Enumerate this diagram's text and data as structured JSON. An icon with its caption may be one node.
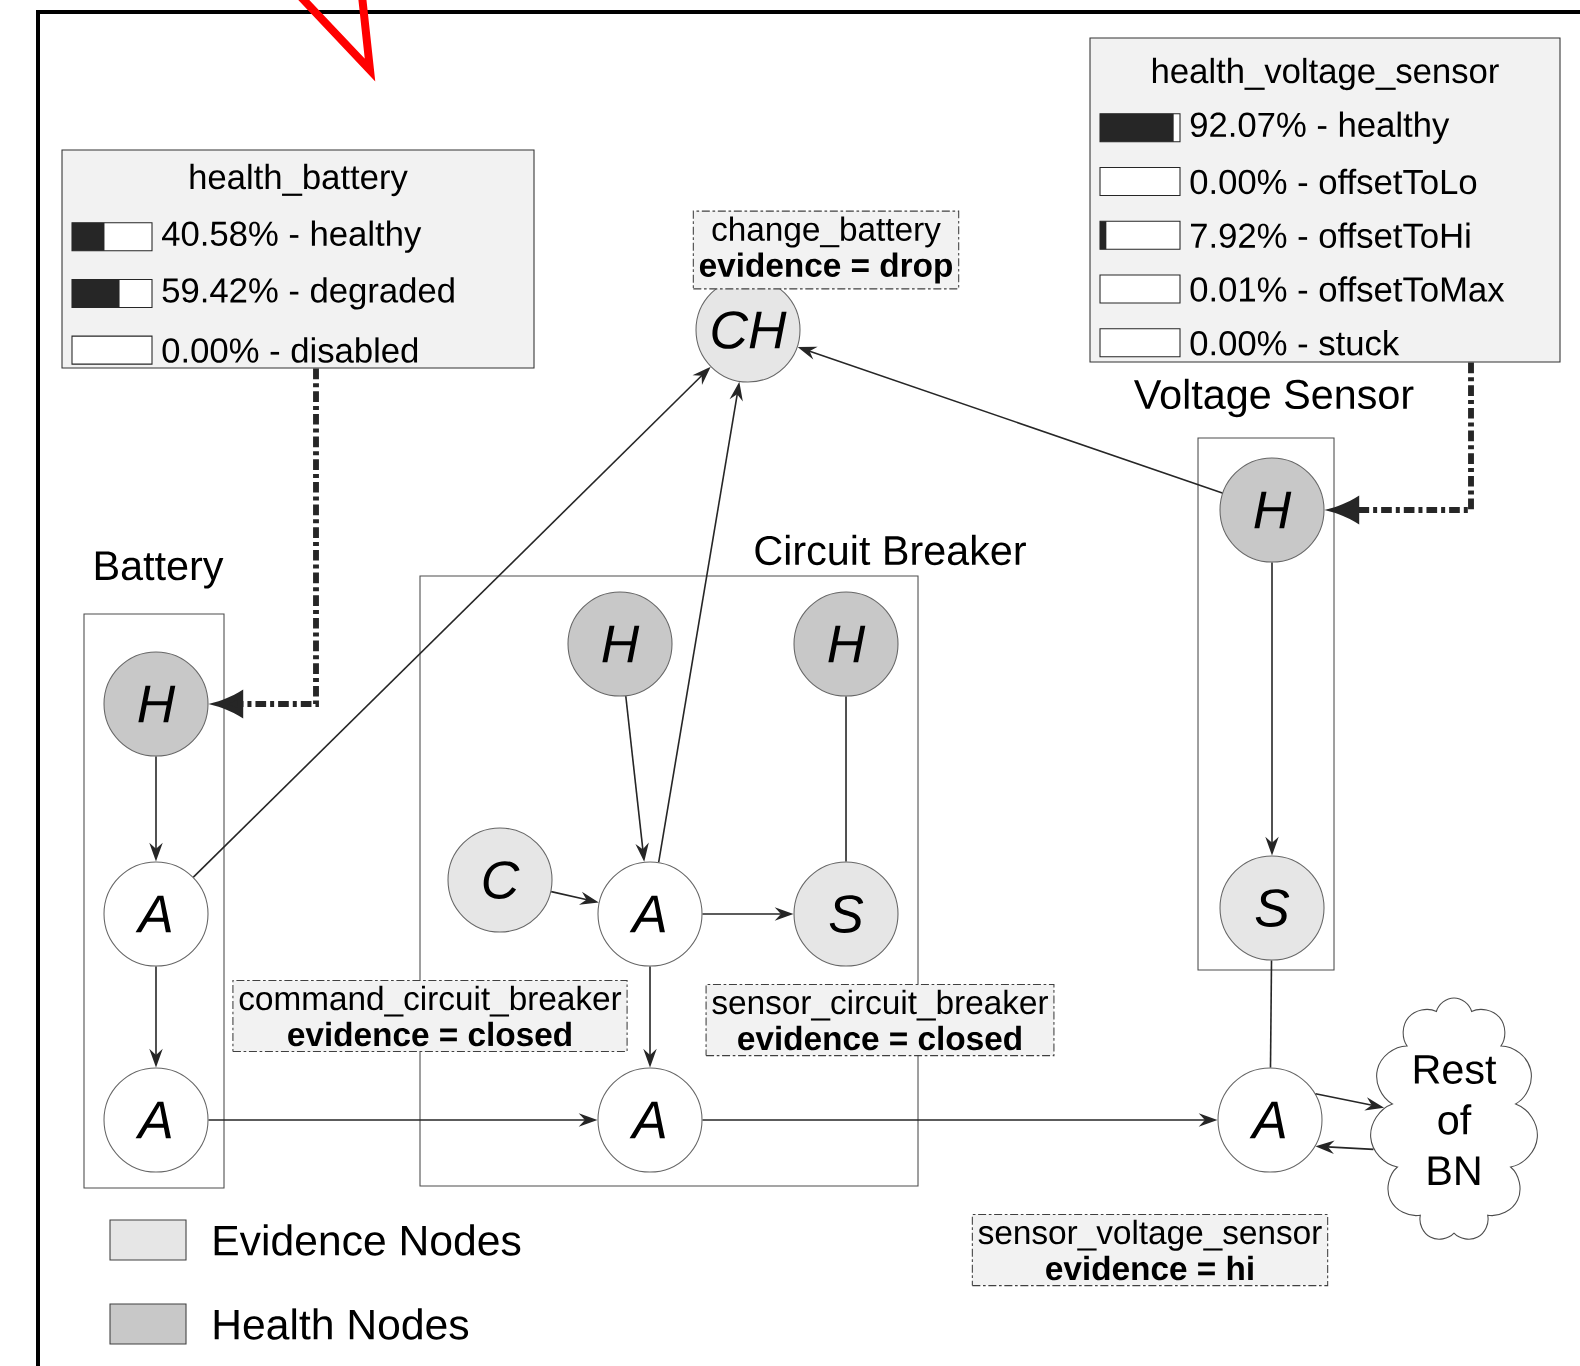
{
  "diagram": {
    "nodes": [
      {
        "text": [
          "health_battery",
          "40.58% - healthy",
          "59.42% - degraded",
          "0.00% - disabled"
        ]
      },
      {
        "text": [
          "health_voltage_sensor",
          "92.07% - healthy",
          "0.00% - offsetToLo",
          "7.92% - offsetToHi",
          "0.01% - offsetToMax",
          "0.00% - stuck"
        ]
      },
      {
        "text": [
          "change_battery",
          "evidence = drop"
        ]
      },
      {
        "text": [
          "CH"
        ]
      },
      {
        "text": [
          "Battery"
        ]
      },
      {
        "text": [
          "H"
        ],
        "in": 4
      },
      {
        "text": [
          "A"
        ],
        "in": 4
      },
      {
        "text": [
          "A"
        ],
        "in": 4
      },
      {
        "text": [
          "Circuit Breaker"
        ]
      },
      {
        "text": [
          "H"
        ],
        "in": 8
      },
      {
        "text": [
          "H"
        ],
        "in": 8
      },
      {
        "text": [
          "command_circuit_breaker",
          "evidence = closed"
        ]
      },
      {
        "text": [
          "C"
        ],
        "in": 8
      },
      {
        "text": [
          "A"
        ],
        "in": 8
      },
      {
        "text": [
          "sensor_circuit_breaker",
          "evidence = closed"
        ]
      },
      {
        "text": [
          "S"
        ],
        "in": 8
      },
      {
        "text": [
          "A"
        ],
        "in": 8
      },
      {
        "text": [
          "Voltage Sensor"
        ]
      },
      {
        "text": [
          "H"
        ],
        "in": 17
      },
      {
        "text": [
          "S"
        ],
        "in": 17
      },
      {
        "text": [
          "sensor_voltage_sensor",
          "evidence = hi"
        ]
      },
      {
        "text": [
          "A"
        ]
      },
      {
        "text": [
          "Rest of BN"
        ]
      }
    ],
    "edges": [
      {
        "from": 0,
        "to": 5,
        "arrow": "to",
        "style": "dashed"
      },
      {
        "from": 1,
        "to": 18,
        "arrow": "to",
        "style": "dashed"
      },
      {
        "from": 5,
        "to": 6,
        "arrow": "to"
      },
      {
        "from": 6,
        "to": 7,
        "arrow": "to"
      },
      {
        "from": 6,
        "to": 3,
        "arrow": "to"
      },
      {
        "from": 13,
        "to": 3,
        "arrow": "to"
      },
      {
        "from": 18,
        "to": 3,
        "arrow": "to"
      },
      {
        "from": 9,
        "to": 13,
        "arrow": "to"
      },
      {
        "from": 12,
        "to": 13,
        "arrow": "to"
      },
      {
        "from": 13,
        "to": 15,
        "arrow": "to"
      },
      {
        "from": 10,
        "to": 15,
        "arrow": "none"
      },
      {
        "from": 13,
        "to": 16,
        "arrow": "to"
      },
      {
        "from": 7,
        "to": 16,
        "arrow": "to"
      },
      {
        "from": 18,
        "to": 19,
        "arrow": "to"
      },
      {
        "from": 19,
        "to": 21,
        "arrow": "none"
      },
      {
        "from": 16,
        "to": 21,
        "arrow": "to"
      },
      {
        "from": 21,
        "to": 22,
        "arrow": "to"
      },
      {
        "from": 22,
        "to": 21,
        "arrow": "to"
      }
    ],
    "legend": [
      {
        "text": "Evidence Nodes",
        "color": "#e6e6e6"
      },
      {
        "text": "Health Nodes",
        "color": "#c8c8c8"
      }
    ]
  }
}
